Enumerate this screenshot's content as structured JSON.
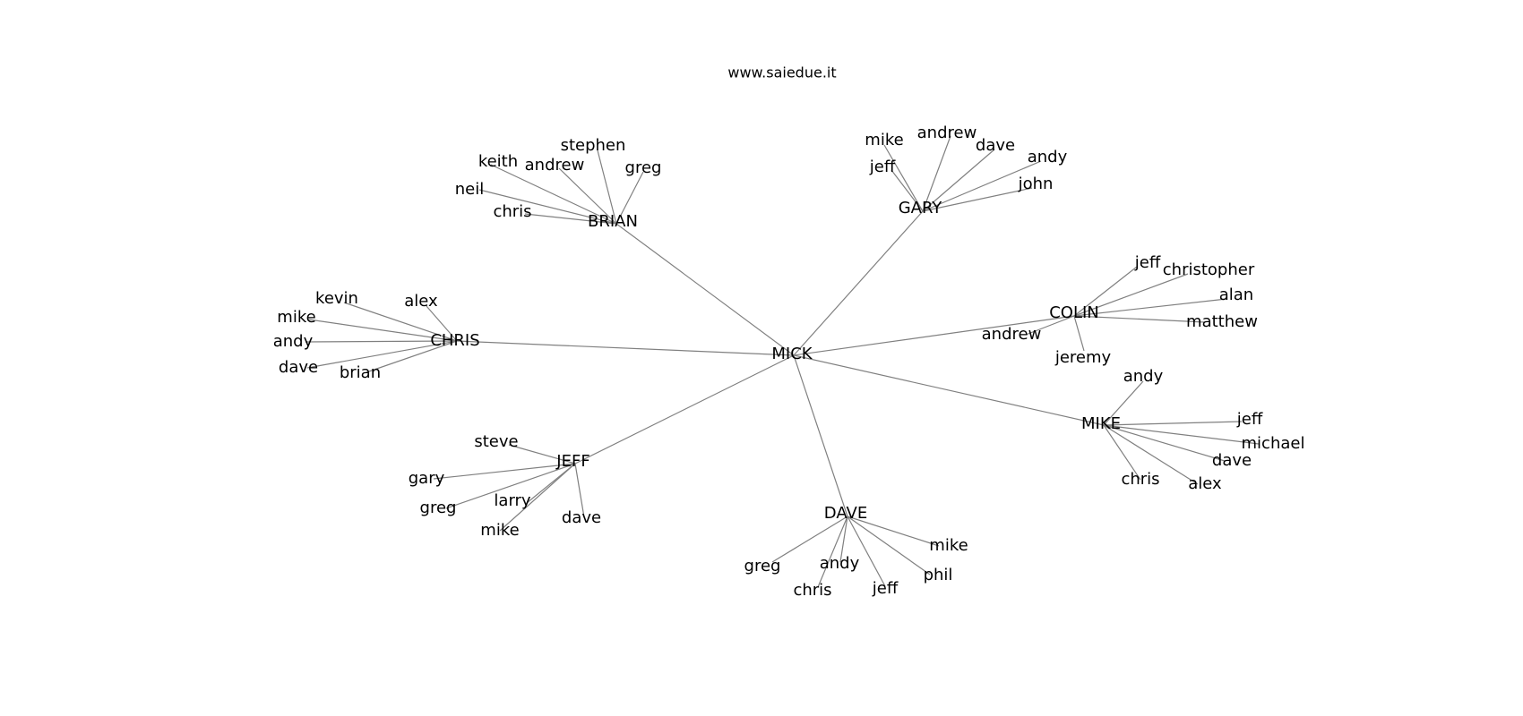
{
  "watermark": "www.saiedue.it",
  "center": {
    "label": "MICK"
  },
  "groups": [
    {
      "label": "BRIAN",
      "children": [
        "stephen",
        "keith",
        "andrew",
        "greg",
        "neil",
        "chris"
      ]
    },
    {
      "label": "GARY",
      "children": [
        "mike",
        "andrew",
        "dave",
        "andy",
        "jeff",
        "john"
      ]
    },
    {
      "label": "COLIN",
      "children": [
        "jeff",
        "christopher",
        "alan",
        "matthew",
        "andrew",
        "jeremy"
      ]
    },
    {
      "label": "CHRIS",
      "children": [
        "kevin",
        "alex",
        "mike",
        "andy",
        "dave",
        "brian"
      ]
    },
    {
      "label": "MIKE",
      "children": [
        "andy",
        "jeff",
        "michael",
        "dave",
        "chris",
        "alex"
      ]
    },
    {
      "label": "JEFF",
      "children": [
        "steve",
        "gary",
        "greg",
        "larry",
        "mike",
        "dave"
      ]
    },
    {
      "label": "DAVE",
      "children": [
        "mike",
        "greg",
        "andy",
        "phil",
        "chris",
        "jeff"
      ]
    }
  ],
  "colors": {
    "edge": "#808080",
    "text": "#000000",
    "background": "#ffffff"
  }
}
